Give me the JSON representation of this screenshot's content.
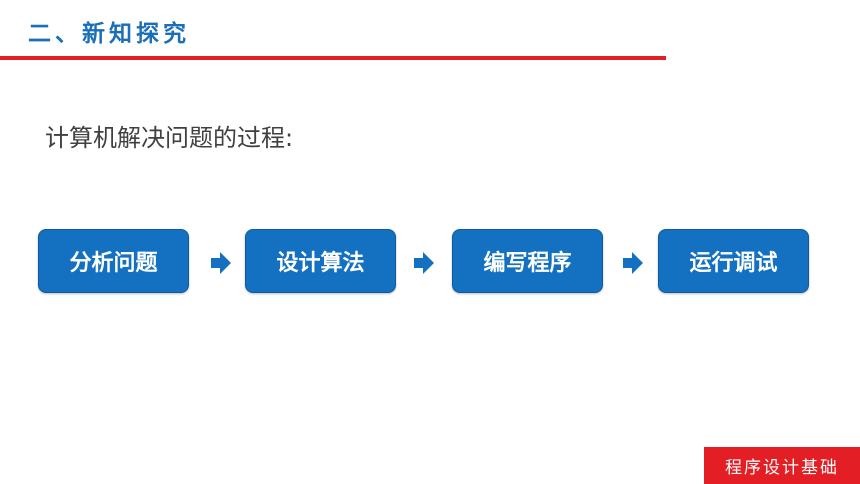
{
  "header": {
    "title": "二、新知探究",
    "rule_color": "#e31e24",
    "title_color": "#1a6fb8"
  },
  "content": {
    "subtitle": "计算机解决问题的过程:"
  },
  "flow": {
    "steps": [
      {
        "label": "分析问题"
      },
      {
        "label": "设计算法"
      },
      {
        "label": "编写程序"
      },
      {
        "label": "运行调试"
      }
    ],
    "arrow_icon": "arrow-right-icon",
    "box_color": "#1470c0"
  },
  "footer": {
    "label": "程序设计基础",
    "badge_color": "#e31e24"
  }
}
